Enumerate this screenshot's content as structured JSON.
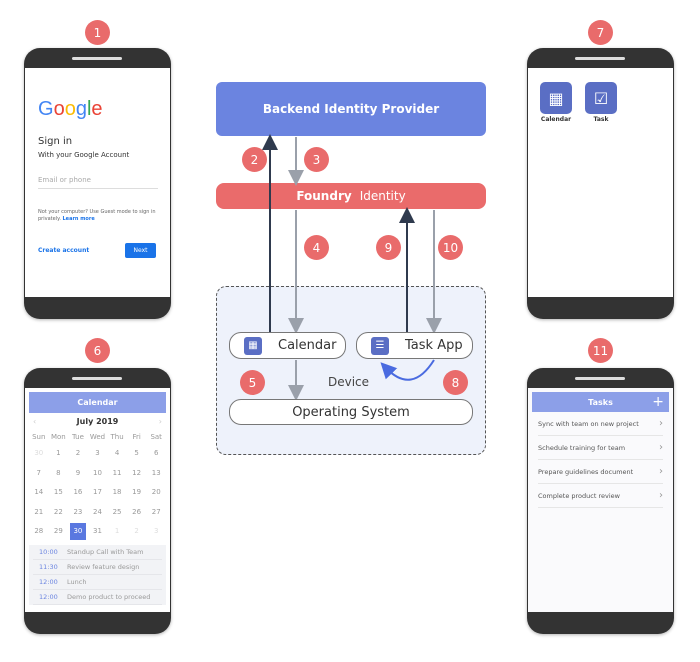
{
  "badges": {
    "b1": "1",
    "b2": "2",
    "b3": "3",
    "b4": "4",
    "b5": "5",
    "b6": "6",
    "b7": "7",
    "b8": "8",
    "b9": "9",
    "b10": "10",
    "b11": "11"
  },
  "diagram": {
    "backend": "Backend Identity Provider",
    "foundry_bold": "Foundry",
    "foundry_rest": "Identity",
    "device": "Device",
    "calendar": "Calendar",
    "task_app": "Task App",
    "os": "Operating System"
  },
  "signin": {
    "logo": "Google",
    "title": "Sign in",
    "subtitle": "With your Google Account",
    "placeholder": "Email or phone",
    "note": "Not your computer? Use Guest mode to sign in privately.",
    "learn_more": "Learn more",
    "create": "Create account",
    "next": "Next"
  },
  "home": {
    "apps": [
      {
        "label": "Calendar"
      },
      {
        "label": "Task"
      }
    ]
  },
  "calendar": {
    "header": "Calendar",
    "month": "July 2019",
    "weekdays": [
      "Sun",
      "Mon",
      "Tue",
      "Wed",
      "Thu",
      "Fri",
      "Sat"
    ],
    "days": [
      "30",
      "1",
      "2",
      "3",
      "4",
      "5",
      "6",
      "7",
      "8",
      "9",
      "10",
      "11",
      "12",
      "13",
      "14",
      "15",
      "16",
      "17",
      "18",
      "19",
      "20",
      "21",
      "22",
      "23",
      "24",
      "25",
      "26",
      "27",
      "28",
      "29",
      "30",
      "31",
      "1",
      "2",
      "3"
    ],
    "selected": "30",
    "events": [
      {
        "time": "10:00",
        "title": "Standup Call with Team"
      },
      {
        "time": "11:30",
        "title": "Review feature design"
      },
      {
        "time": "12:00",
        "title": "Lunch"
      },
      {
        "time": "12:00",
        "title": "Demo product to proceed"
      }
    ]
  },
  "tasks": {
    "header": "Tasks",
    "add": "+",
    "items": [
      "Sync with team on new project",
      "Schedule training for team",
      "Prepare guidelines document",
      "Complete product review"
    ]
  },
  "colors": {
    "badge": "#e96b6b",
    "backend": "#6b84e0",
    "foundry": "#ea6b6b",
    "header": "#8c9fe8",
    "accent": "#5a6ec4"
  }
}
